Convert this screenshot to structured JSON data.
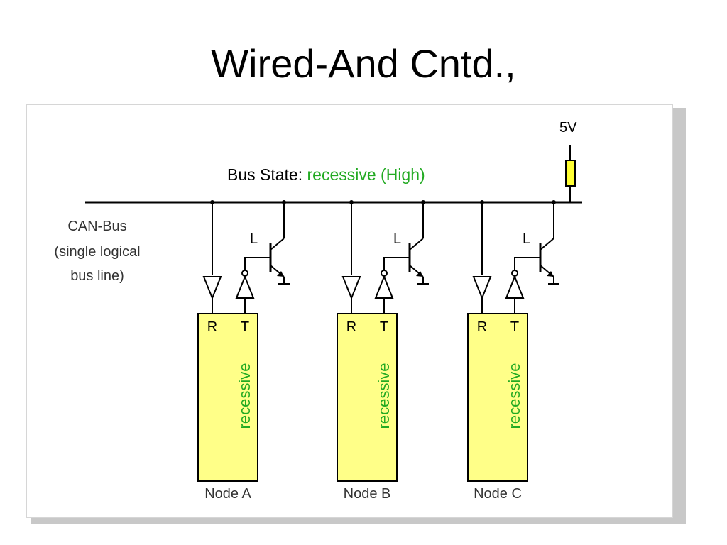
{
  "title": "Wired-And Cntd.,",
  "diagram": {
    "supply_label": "5V",
    "bus_state": {
      "prefix": "Bus State: ",
      "value": "recessive (High)",
      "value_color": "#22aa22"
    },
    "bus_caption": [
      "CAN-Bus",
      "(single logical",
      "bus line)"
    ],
    "nodes": [
      {
        "name": "Node A",
        "receive_label": "R",
        "transmit_label": "T",
        "transistor_label": "L",
        "state": "recessive"
      },
      {
        "name": "Node B",
        "receive_label": "R",
        "transmit_label": "T",
        "transistor_label": "L",
        "state": "recessive"
      },
      {
        "name": "Node C",
        "receive_label": "R",
        "transmit_label": "T",
        "transistor_label": "L",
        "state": "recessive"
      }
    ],
    "colors": {
      "node_fill": "#ffff88",
      "wire": "#000000",
      "state_text": "#22aa22"
    }
  }
}
